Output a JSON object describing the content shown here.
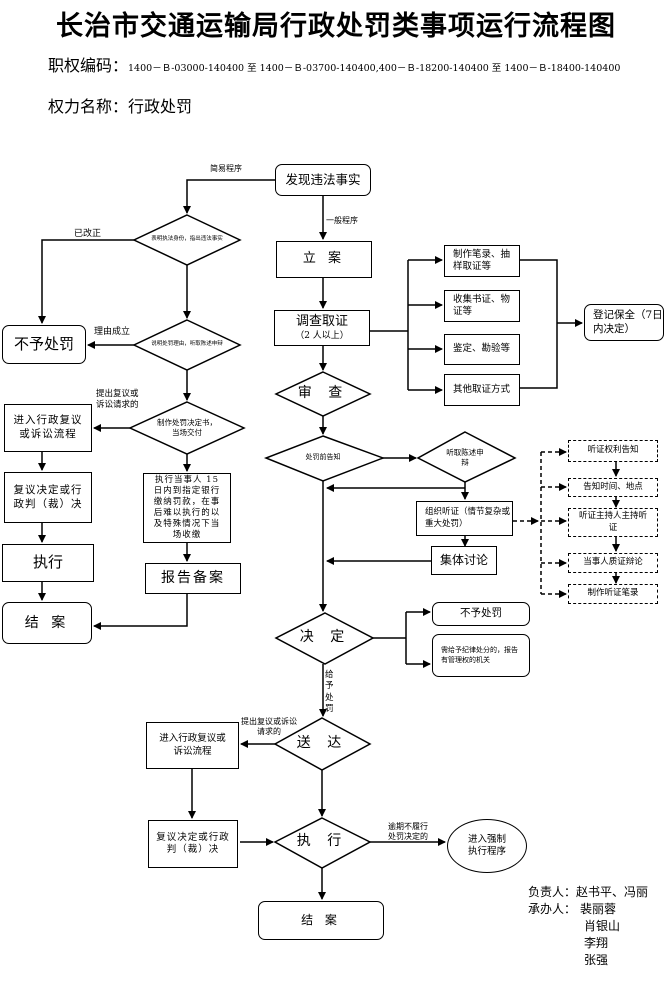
{
  "header": {
    "title": "长治市交通运输局行政处罚类事项运行流程图",
    "code_label": "职权编码：",
    "code_value": "1400－Ｂ-03000-140400 至 1400－Ｂ-03700-140400,400－Ｂ-18200-140400 至 1400－Ｂ-18400-140400",
    "power_label": "权力名称：",
    "power_value": "行政处罚"
  },
  "nodes": {
    "discover": "发现违法事实",
    "simple_id": "表明执法身份，指出违法事实",
    "simple_reason": "说明处罚理由，听取陈述申辩",
    "no_penalty_left": "不予处罚",
    "simple_decision": "制作处罚决定书，当场交付",
    "review_left": "进入行政复议或诉讼流程",
    "review_result_left": "复议决定或行政判（裁）决",
    "execute_left": "执行",
    "close_left": "结  案",
    "pay_fine": "执行当事人 15 日内到指定银行缴纳罚款，在事后难以执行的以及特殊情况下当场收缴",
    "report_file": "报告备案",
    "file_case": "立  案",
    "investigate": "调查取证",
    "investigate_sub": "（2 人以上）",
    "evidence_1": "制作笔录、抽样取证等",
    "evidence_2": "收集书证、物证等",
    "evidence_3": "鉴定、勘验等",
    "evidence_4": "其他取证方式",
    "preserve": "登记保全（7日内决定）",
    "examine": "审 查",
    "pre_notice": "处罚前告知",
    "hear_statement": "听取陈述申辩",
    "hearing": "组织听证（情节复杂或重大处罚）",
    "collective": "集体讨论",
    "hearing_steps": [
      "听证权利告知",
      "告知时间、地点",
      "听证主持人主持听证",
      "当事人质证辩论",
      "制作听证笔录"
    ],
    "decide": "决 定",
    "no_penalty_right": "不予处罚",
    "discipline": "需给予纪律处分的，报告有管理权的机关",
    "deliver": "送 达",
    "review_bottom": "进入行政复议或诉讼流程",
    "review_result_bottom": "复议决定或行政判（裁）决",
    "execute": "执 行",
    "enforce": "进入强制执行程序",
    "close": "结   案"
  },
  "labels": {
    "simple_procedure": "简易程序",
    "general_procedure": "一般程序",
    "corrected": "已改正",
    "reason_valid": "理由成立",
    "appeal_request_left": "提出复议或诉讼请求的",
    "give_penalty": "给予处罚",
    "appeal_request_bottom": "提出复议或诉讼请求的",
    "overdue": "逾期不履行处罚决定的"
  },
  "signatures": {
    "responsible_label": "负责人：",
    "responsible": "赵书平、冯丽",
    "handler_label": "承办人：",
    "handlers": [
      "裴丽蓉",
      "肖银山",
      "李翔",
      "张强"
    ]
  }
}
